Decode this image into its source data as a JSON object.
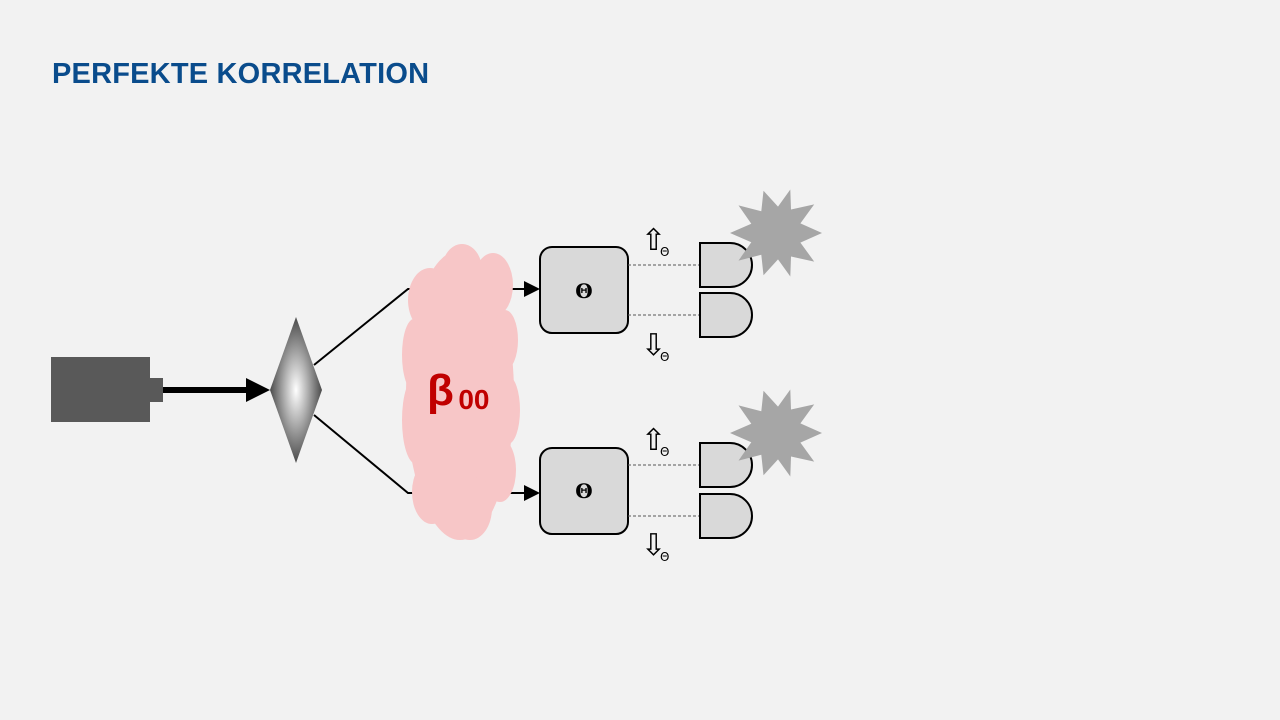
{
  "slide": {
    "title": "PERFEKTE KORRELATION"
  },
  "colors": {
    "title": "#0a4c8c",
    "source": "#595959",
    "beam": "#000000",
    "cloud": "#f7c6c7",
    "state_label": "#c00000",
    "analyzer_fill": "#d9d9d9",
    "detector_fill": "#d9d9d9",
    "flash": "#a6a6a6"
  },
  "diagram": {
    "source": {
      "icon": "laser-source-block"
    },
    "crystal": {
      "icon": "diamond-crystal"
    },
    "state": {
      "symbol": "β",
      "subscript": "00"
    },
    "analyzers": [
      {
        "label": "Θ",
        "outputs": [
          {
            "arrow": "⇧",
            "sub": "Θ",
            "detector_fired": true
          },
          {
            "arrow": "⇩",
            "sub": "Θ",
            "detector_fired": false
          }
        ]
      },
      {
        "label": "Θ",
        "outputs": [
          {
            "arrow": "⇧",
            "sub": "Θ",
            "detector_fired": true
          },
          {
            "arrow": "⇩",
            "sub": "Θ",
            "detector_fired": false
          }
        ]
      }
    ]
  }
}
